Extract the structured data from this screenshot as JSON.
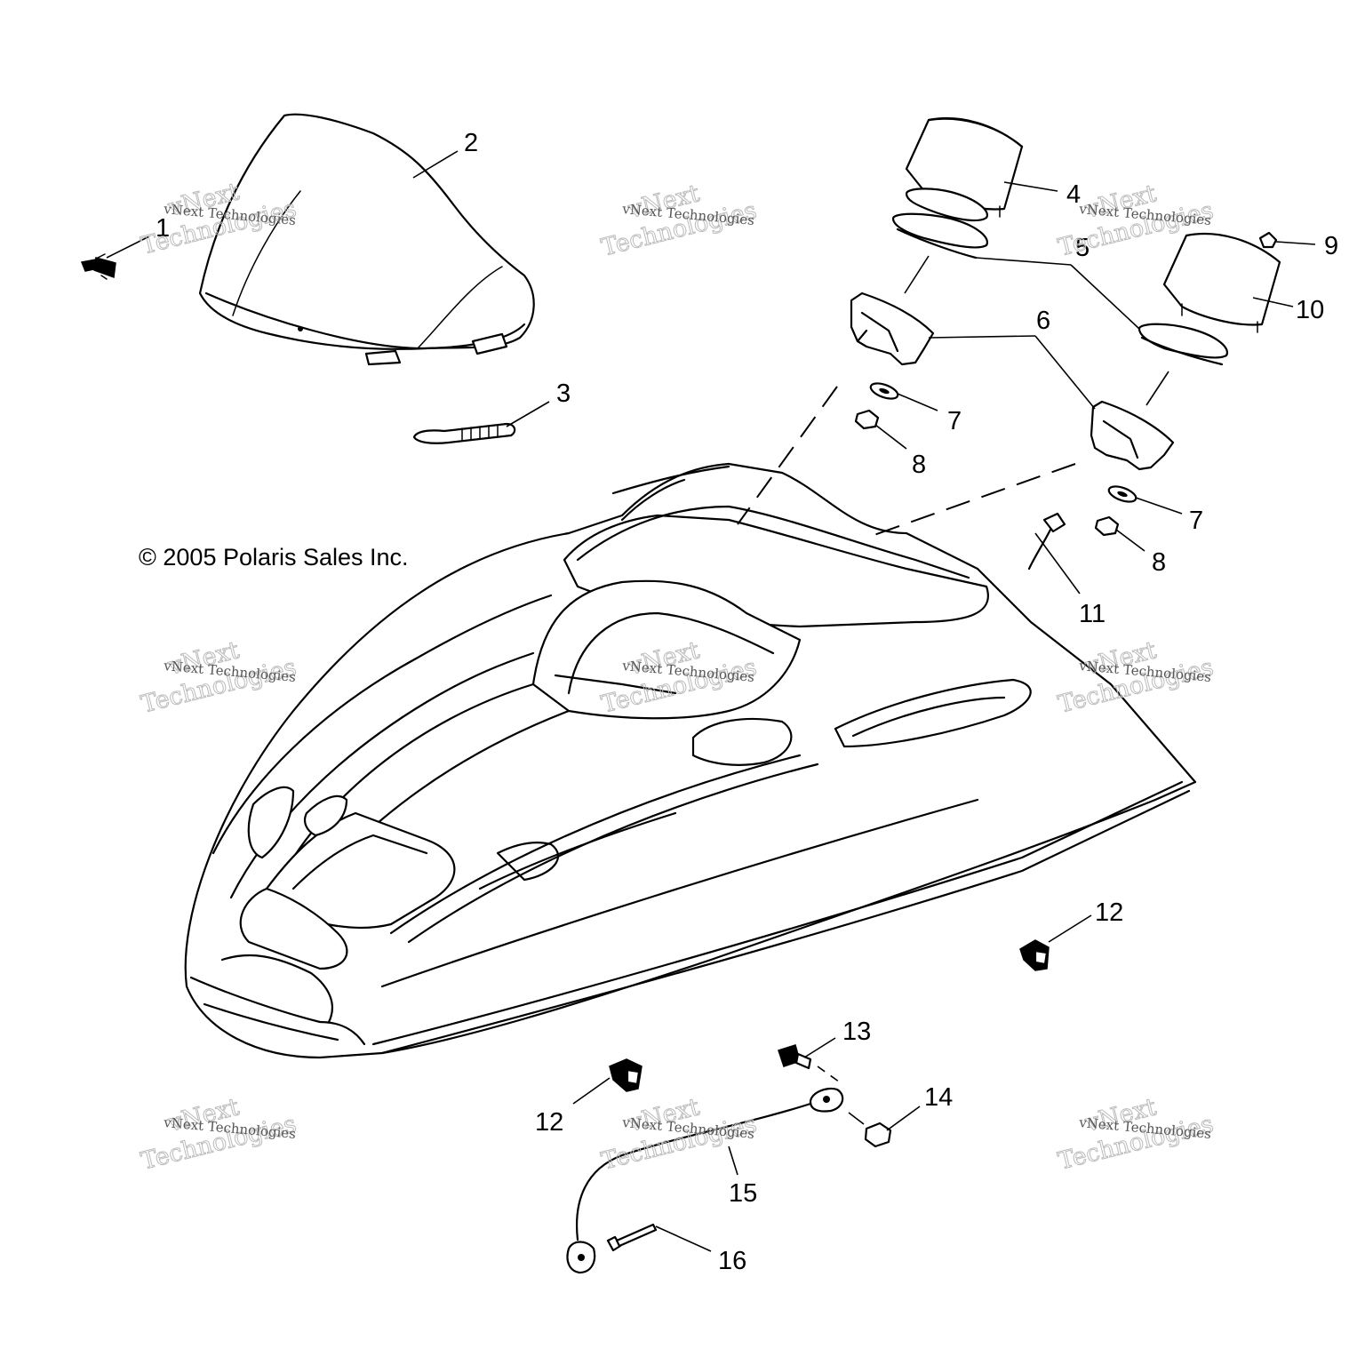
{
  "copyright": "© 2005 Polaris Sales Inc.",
  "watermark": {
    "line1": "vNext",
    "line2": "Technologies",
    "small": "vNext Technologies"
  },
  "callouts": {
    "c1": "1",
    "c2": "2",
    "c3": "3",
    "c4": "4",
    "c5": "5",
    "c6": "6",
    "c7a": "7",
    "c7b": "7",
    "c8a": "8",
    "c8b": "8",
    "c9": "9",
    "c10": "10",
    "c11": "11",
    "c12a": "12",
    "c12b": "12",
    "c13": "13",
    "c14": "14",
    "c15": "15",
    "c16": "16"
  },
  "colors": {
    "line": "#000000",
    "background": "#ffffff",
    "watermark": "#bbbbbb"
  }
}
